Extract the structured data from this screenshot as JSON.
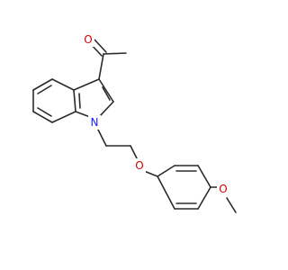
{
  "colors": {
    "bond": "#2b2b2b",
    "oxygen": "#d40000",
    "nitrogen": "#1a1aff",
    "background": "#ffffff"
  },
  "atoms": {
    "carbonyl_oxygen": "O",
    "indole_nitrogen": "N",
    "ether_oxygen": "O",
    "methoxy_oxygen": "O"
  }
}
